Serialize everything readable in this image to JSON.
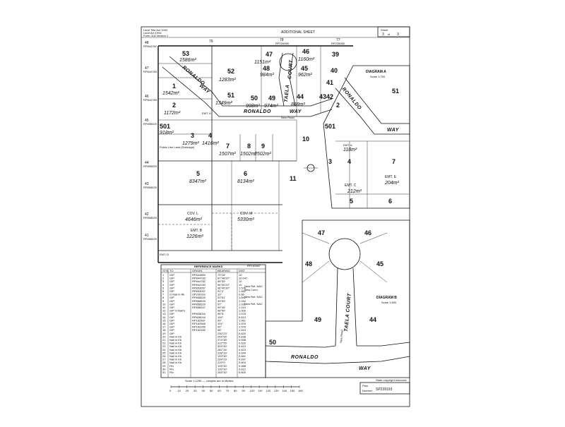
{
  "header": {
    "act_notes": [
      "Land Title Act 1994",
      "Land Act 1994",
      "Form 21A Version 1"
    ],
    "sheet_title": "ADDITIONAL SHEET",
    "sheet_label": "Sheet",
    "sheet_num": "3",
    "sheet_of": "of",
    "sheet_total": "3"
  },
  "top_lots": [
    {
      "num": "79",
      "plan": ""
    },
    {
      "num": "78",
      "plan": "RP226065"
    },
    {
      "num": "77",
      "plan": "RP226065"
    }
  ],
  "left_lots": [
    {
      "num": "48",
      "plan": "RP844782"
    },
    {
      "num": "47",
      "plan": "RP844783"
    },
    {
      "num": "46",
      "plan": "RP844783"
    },
    {
      "num": "45",
      "plan": "RP858529"
    },
    {
      "num": "44",
      "plan": "RP858529"
    },
    {
      "num": "43",
      "plan": "RP858529"
    },
    {
      "num": "42",
      "plan": "RP858529"
    },
    {
      "num": "41",
      "plan": "RP858529"
    }
  ],
  "main_lots": [
    {
      "num": "53",
      "area": "1586m²"
    },
    {
      "num": "52",
      "area": "1283m²"
    },
    {
      "num": "51",
      "area": "1349m²"
    },
    {
      "num": "1",
      "area": "1542m²"
    },
    {
      "num": "2",
      "area": "1172m²"
    },
    {
      "num": "47",
      "area": "1151m²"
    },
    {
      "num": "46",
      "area": "1160m²"
    },
    {
      "num": "48",
      "area": "984m²"
    },
    {
      "num": "45",
      "area": "962m²"
    },
    {
      "num": "50",
      "area": "998m²"
    },
    {
      "num": "49",
      "area": "974m²"
    },
    {
      "num": "44",
      "area": "868m²"
    },
    {
      "num": "3",
      "area": "1279m²"
    },
    {
      "num": "4",
      "area": "1416m²"
    },
    {
      "num": "7",
      "area": "1507m²"
    },
    {
      "num": "8",
      "area": "1502m²"
    },
    {
      "num": "9",
      "area": "1502m²"
    },
    {
      "num": "5",
      "area": "8347m²"
    },
    {
      "num": "6",
      "area": "8134m²"
    }
  ],
  "side_lots": [
    "39",
    "40",
    "41",
    "42",
    "43",
    "10",
    "11"
  ],
  "lot_501": {
    "num": "501",
    "area": "918m²"
  },
  "public_use": "Public Use Land (Drainage)",
  "easements": {
    "emt_a": "EMT. A",
    "emt_b": "EMT. B",
    "emt_b_area": "1226m²",
    "emt_d": "EMT. D"
  },
  "covenants": [
    {
      "label": "COV. L",
      "area": "4646m²"
    },
    {
      "label": "COV. M",
      "area": "5330m²"
    }
  ],
  "roads": {
    "ronaldo": "RONALDO",
    "way": "WAY",
    "taela": "TAELA",
    "court": "COURT",
    "new_road": "New Road"
  },
  "bottom_plan": "RP162567",
  "diagram_a": {
    "title": "DIAGRAM A",
    "scale": "Scale 1:750",
    "lots": [
      "2",
      "51",
      "501",
      "3",
      "4",
      "7",
      "5",
      "6"
    ],
    "emt_a": "EMT. A",
    "emt_a_area": "118m²",
    "emt_c": "EMT. C",
    "emt_c_area": "212m²",
    "emt_e": "EMT. E",
    "emt_e_area": "204m²",
    "road": "RONALDO",
    "way": "WAY"
  },
  "diagram_b": {
    "title": "DIAGRAM B",
    "scale": "Scale 1:500",
    "lots": [
      "47",
      "46",
      "48",
      "45",
      "49",
      "44",
      "50"
    ],
    "road": "RONALDO",
    "way": "WAY",
    "court": "TAELA COURT",
    "new_road": "New Road"
  },
  "reference_marks": {
    "title": "REFERENCE MARKS",
    "headers": [
      "STN",
      "TO",
      "ORIGIN",
      "BEARING",
      "DIST"
    ],
    "rows": [
      [
        "1",
        "GIP",
        "RP844869",
        "70°28'",
        "10"
      ],
      [
        "2",
        "GIP",
        "RP844783",
        "87°48'20\"",
        "10.047"
      ],
      [
        "3",
        "GIP",
        "RP844782",
        "96°30'",
        "10"
      ],
      [
        "4",
        "GIP",
        "RP844783",
        "96°40'20\"",
        "10"
      ],
      [
        "5",
        "GIP",
        "RP853057",
        "96°40'30\"",
        "1.576"
      ],
      [
        "6",
        "GIP",
        "RP853057",
        "91°2'",
        "1.462"
      ],
      [
        "7",
        "O.Nail in Rk",
        "SP239193",
        "10°",
        "0.66"
      ],
      [
        "8",
        "GIP",
        "RP858529",
        "20°51'",
        "1.692"
      ],
      [
        "9",
        "GIP",
        "RP858529",
        "39°59'",
        "1.034"
      ],
      [
        "10",
        "GIP",
        "RP858529",
        "97°",
        "1.031"
      ],
      [
        "11",
        "GIP",
        "RP858347",
        "99°45'",
        "1.010"
      ],
      [
        "12",
        "GIP O.Nail'n",
        "",
        "98°50'",
        "1.000"
      ],
      [
        "13",
        "GIP",
        "RP828016",
        "95°5'",
        "1.076"
      ],
      [
        "14",
        "GIP",
        "RP828016",
        "100°",
        "0.613"
      ],
      [
        "15",
        "GIP",
        "RP162567",
        "99°",
        "1.061"
      ],
      [
        "16",
        "GIP",
        "RP162565",
        "101°",
        "1.576"
      ],
      [
        "17",
        "GIP",
        "RP162265",
        "99°",
        "1.576"
      ],
      [
        "18",
        "GIP",
        "RP162265",
        "98°",
        "1.519"
      ],
      [
        "19",
        "GIP",
        "",
        "230°23'",
        "0.620"
      ],
      [
        "20",
        "Nail in Kb",
        "",
        "254°55'",
        "0.638"
      ],
      [
        "21",
        "Nail in Kb",
        "",
        "274°48'",
        "0.598"
      ],
      [
        "22",
        "Nail in Kb",
        "",
        "312°55'",
        "0.620"
      ],
      [
        "23",
        "Nail in Kb",
        "",
        "304°30'",
        "0.610"
      ],
      [
        "24",
        "Nail in Kb",
        "",
        "281°26'",
        "0.523"
      ],
      [
        "25",
        "Nail in Kb",
        "",
        "238°33'",
        "0.644"
      ],
      [
        "26",
        "Nail in Kb",
        "",
        "193°30'",
        "0.651"
      ],
      [
        "27",
        "Nail in Kb",
        "",
        "269°29'",
        "0.637"
      ],
      [
        "28",
        "Nail in Kb",
        "",
        "229°0'",
        "0.604"
      ],
      [
        "29",
        "Pin",
        "",
        "125°30'",
        "0.588"
      ],
      [
        "30",
        "Pin",
        "",
        "100°30'",
        "0.612"
      ],
      [
        "31",
        "Pin",
        "",
        "264°30'",
        "0.600"
      ]
    ],
    "notes": [
      "New Ref. N&C",
      "New Conn.",
      "New Ref. N&C",
      "New Ref. N&C"
    ]
  },
  "scale_bar": {
    "caption": "Scale 1:1250 — Lengths are in Metres.",
    "ticks": [
      "0",
      "10",
      "20",
      "30",
      "40",
      "50",
      "60",
      "70",
      "80",
      "90",
      "100",
      "110",
      "120",
      "130",
      "140",
      "150",
      "160"
    ]
  },
  "footer": {
    "state_copyright": "State copyright reserved.",
    "plan_label": "Plan",
    "plan_number": "SP239193",
    "plan_sublabel": "Number"
  }
}
